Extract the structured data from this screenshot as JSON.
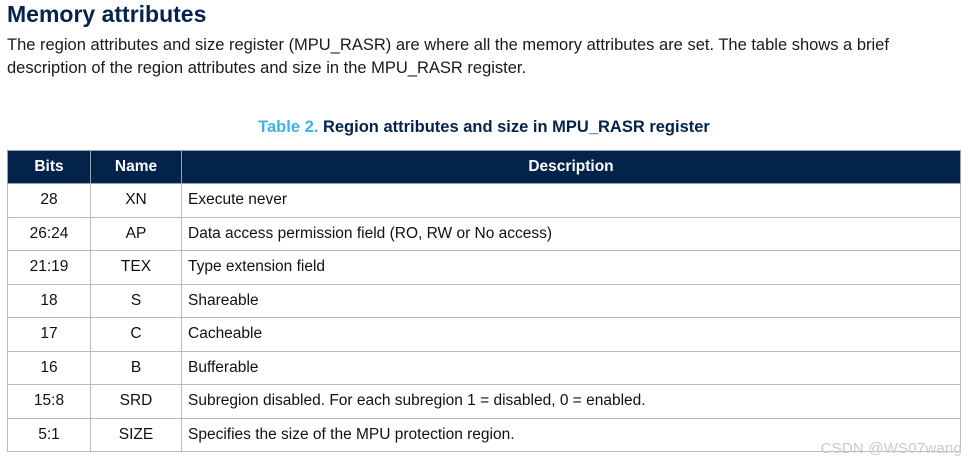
{
  "section": {
    "title": "Memory attributes",
    "intro": "The region attributes and size register (MPU_RASR) are where all the memory attributes are set. The table shows a brief description of the region attributes and size in the MPU_RASR register."
  },
  "table": {
    "caption_prefix": "Table 2.",
    "caption_title": "Region attributes and size in MPU_RASR register",
    "headers": {
      "bits": "Bits",
      "name": "Name",
      "description": "Description"
    },
    "rows": [
      {
        "bits": "28",
        "name": "XN",
        "description": "Execute never"
      },
      {
        "bits": "26:24",
        "name": "AP",
        "description": "Data access permission field (RO, RW or No access)"
      },
      {
        "bits": "21:19",
        "name": "TEX",
        "description": "Type extension field"
      },
      {
        "bits": "18",
        "name": "S",
        "description": "Shareable"
      },
      {
        "bits": "17",
        "name": "C",
        "description": "Cacheable"
      },
      {
        "bits": "16",
        "name": "B",
        "description": "Bufferable"
      },
      {
        "bits": "15:8",
        "name": "SRD",
        "description": "Subregion disabled. For each subregion 1 = disabled, 0 = enabled."
      },
      {
        "bits": "5:1",
        "name": "SIZE",
        "description": "Specifies the size of the MPU protection region."
      }
    ]
  },
  "watermark": "CSDN @WS07wang",
  "colors": {
    "heading": "#03234b",
    "table_header_bg": "#03234b",
    "caption_prefix": "#3cb4e6"
  }
}
